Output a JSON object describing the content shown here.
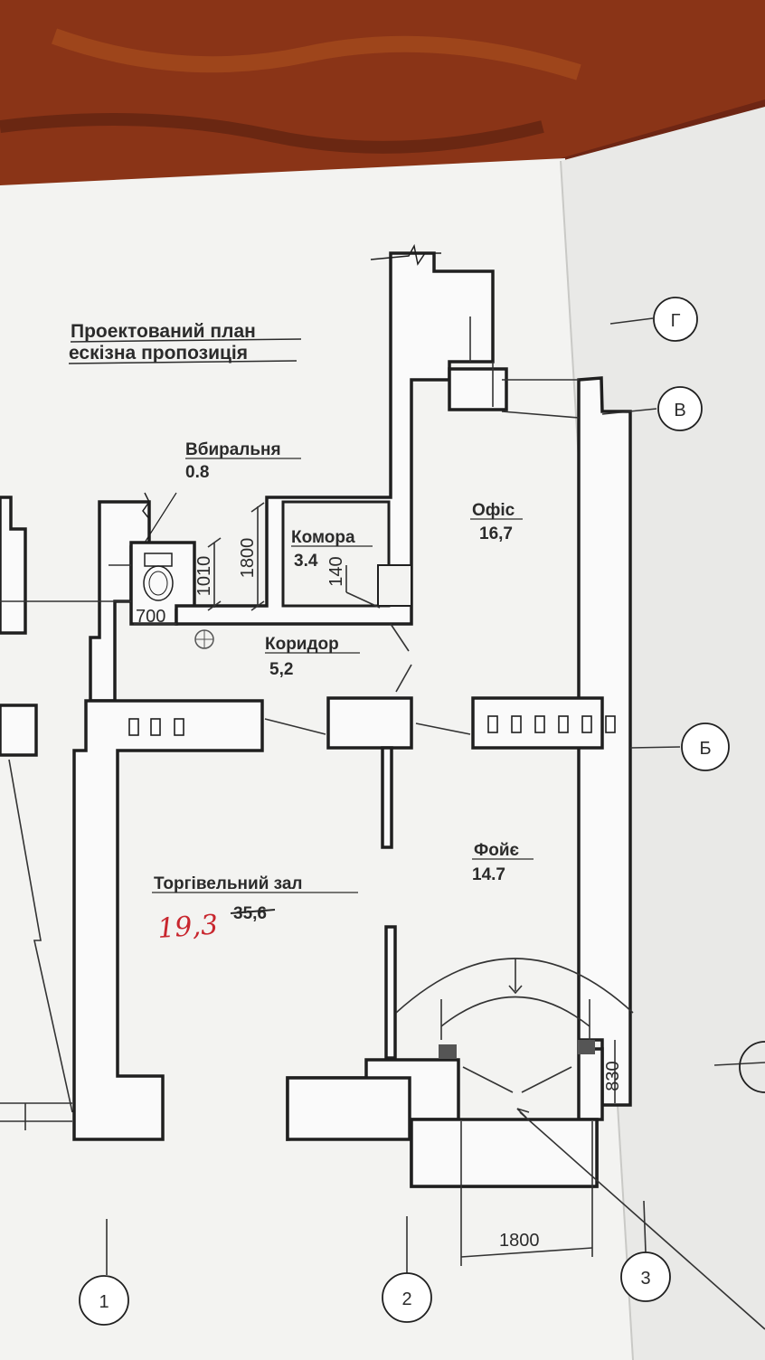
{
  "title": {
    "line1": "Проектований план",
    "line2": "ескізна пропозиція"
  },
  "rooms": {
    "toilet": {
      "name": "Вбиральня",
      "area": "0.8"
    },
    "storage": {
      "name": "Комора",
      "area": "3.4"
    },
    "office": {
      "name": "Офіс",
      "area": "16,7"
    },
    "corridor": {
      "name": "Коридор",
      "area": "5,2"
    },
    "foyer": {
      "name": "Фойє",
      "area": "14.7"
    },
    "sales_hall": {
      "name": "Торгівельний зал",
      "area_old": "35,6",
      "area_handwritten": "19,3"
    }
  },
  "dimensions": {
    "d1800_vertical": "1800",
    "d1010": "1010",
    "d140": "140",
    "d700": "700",
    "d830": "830",
    "d1800_bottom": "1800"
  },
  "axes": {
    "g": "Г",
    "v": "В",
    "b": "Б",
    "n1": "1",
    "n2": "2",
    "n3": "3"
  },
  "colors": {
    "paper": "#f4f4f2",
    "ink": "#1f1f1f",
    "handwriting": "#c8262e",
    "background": "#7a2a16"
  }
}
